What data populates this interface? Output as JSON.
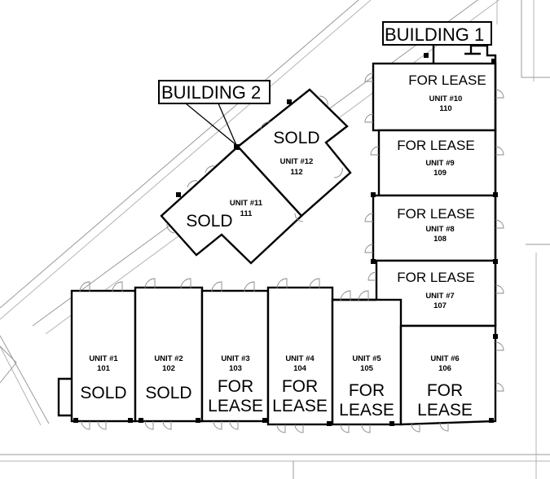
{
  "buildings": [
    {
      "id": "b1",
      "label": "BUILDING 1"
    },
    {
      "id": "b2",
      "label": "BUILDING 2"
    }
  ],
  "units": [
    {
      "id": "u1",
      "unit": "UNIT #1",
      "number": "101",
      "status": [
        "SOLD"
      ]
    },
    {
      "id": "u2",
      "unit": "UNIT #2",
      "number": "102",
      "status": [
        "SOLD"
      ]
    },
    {
      "id": "u3",
      "unit": "UNIT #3",
      "number": "103",
      "status": [
        "FOR",
        "LEASE"
      ]
    },
    {
      "id": "u4",
      "unit": "UNIT #4",
      "number": "104",
      "status": [
        "FOR",
        "LEASE"
      ]
    },
    {
      "id": "u5",
      "unit": "UNIT #5",
      "number": "105",
      "status": [
        "FOR",
        "LEASE"
      ]
    },
    {
      "id": "u6",
      "unit": "UNIT #6",
      "number": "106",
      "status": [
        "FOR",
        "LEASE"
      ]
    },
    {
      "id": "u7",
      "unit": "UNIT #7",
      "number": "107",
      "status": [
        "FOR LEASE"
      ]
    },
    {
      "id": "u8",
      "unit": "UNIT #8",
      "number": "108",
      "status": [
        "FOR LEASE"
      ]
    },
    {
      "id": "u9",
      "unit": "UNIT #9",
      "number": "109",
      "status": [
        "FOR LEASE"
      ]
    },
    {
      "id": "u10",
      "unit": "UNIT #10",
      "number": "110",
      "status": [
        "FOR LEASE"
      ]
    },
    {
      "id": "u11",
      "unit": "UNIT #11",
      "number": "111",
      "status": [
        "SOLD"
      ]
    },
    {
      "id": "u12",
      "unit": "UNIT #12",
      "number": "112",
      "status": [
        "SOLD"
      ]
    }
  ]
}
